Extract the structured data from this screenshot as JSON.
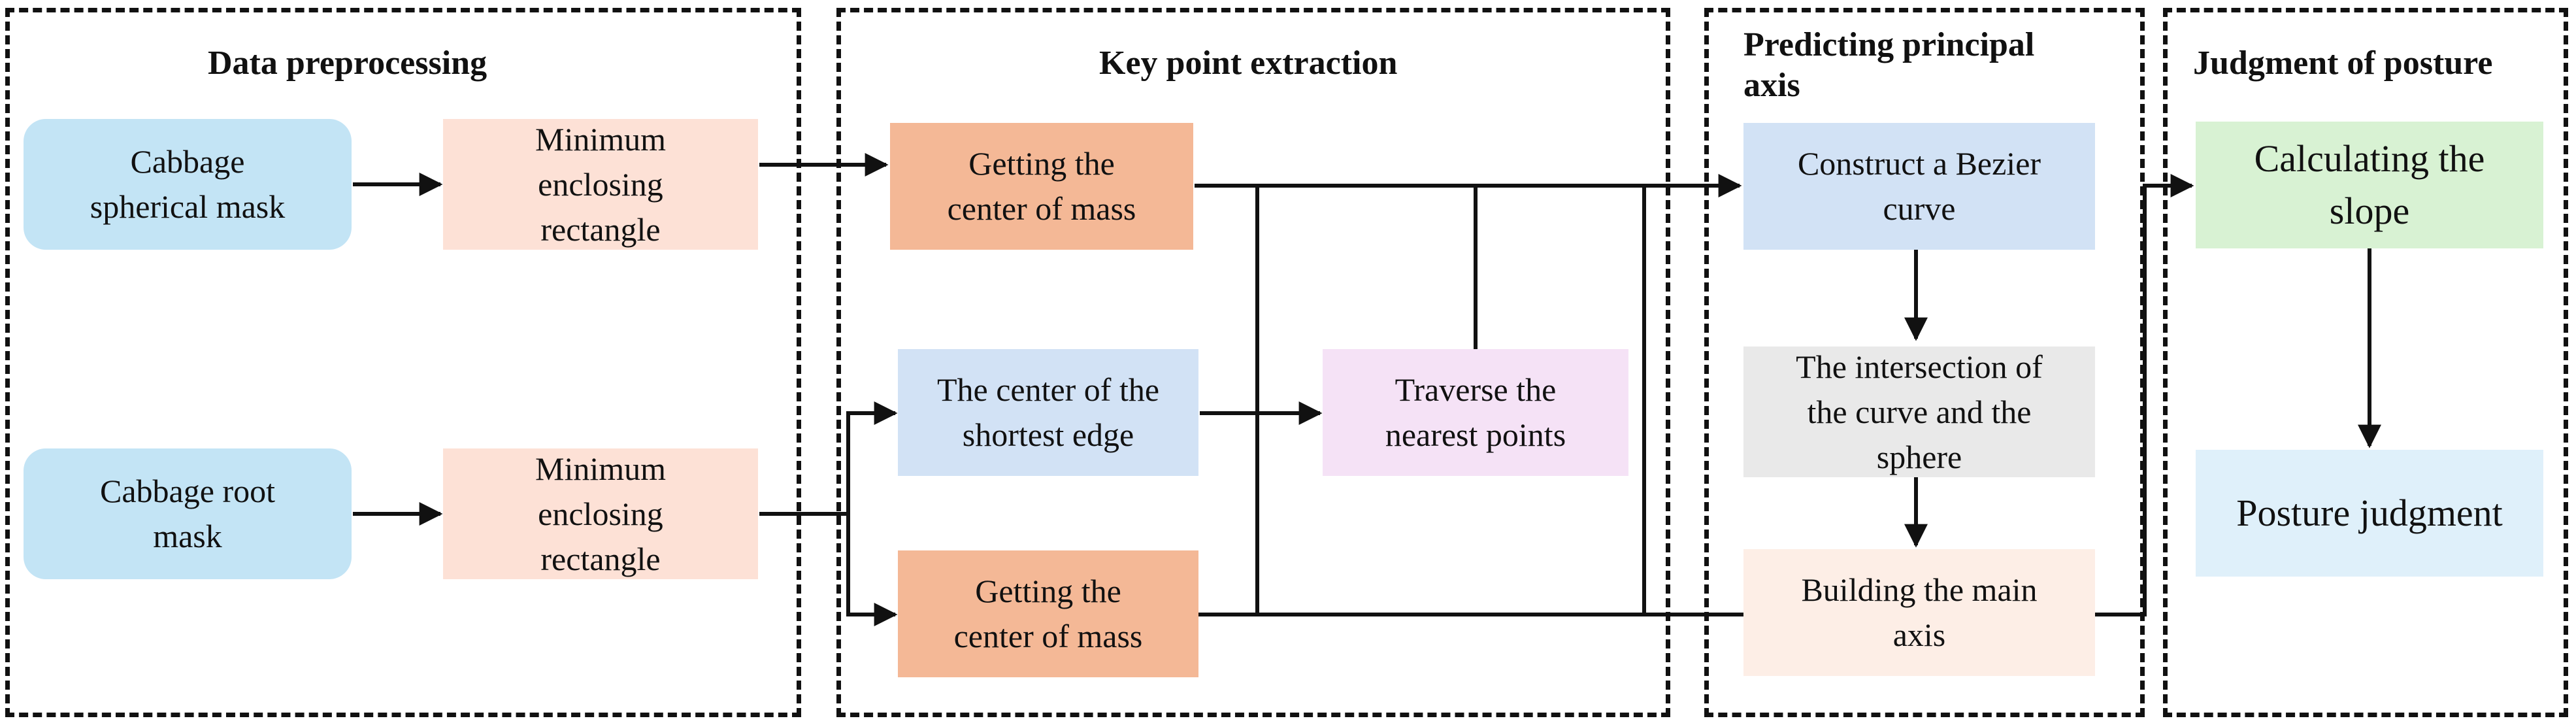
{
  "panels": {
    "preprocessing": "Data preprocessing",
    "keypoint": "Key point extraction",
    "axis": "Predicting principal\naxis",
    "posture": "Judgment of posture"
  },
  "boxes": {
    "spherical_mask": "Cabbage\nspherical  mask",
    "root_mask": "Cabbage root\nmask",
    "rect_top": "Minimum\nenclosing\nrectangle",
    "rect_bottom": "Minimum\nenclosing\nrectangle",
    "center_mass_top": "Getting the\ncenter of mass",
    "shortest_edge": "The center of the\nshortest edge",
    "traverse": "Traverse the\nnearest points",
    "center_mass_bottom": "Getting the\ncenter of mass",
    "bezier": "Construct a Bezier\ncurve",
    "intersection": "The intersection of\nthe curve and the\nsphere",
    "main_axis": "Building the main\naxis",
    "slope": "Calculating the\nslope",
    "posture_judgment": "Posture judgment"
  },
  "colors": {
    "mask": "#c3e4f5",
    "rectangle": "#fde1d6",
    "center_mass": "#f4b896",
    "blue_box": "#d2e2f5",
    "traverse": "#f5e2f6",
    "intersection": "#e9e9e9",
    "main_axis": "#fdeee6",
    "slope": "#d8f2d3",
    "posture": "#dff0fa",
    "line": "#111111"
  }
}
